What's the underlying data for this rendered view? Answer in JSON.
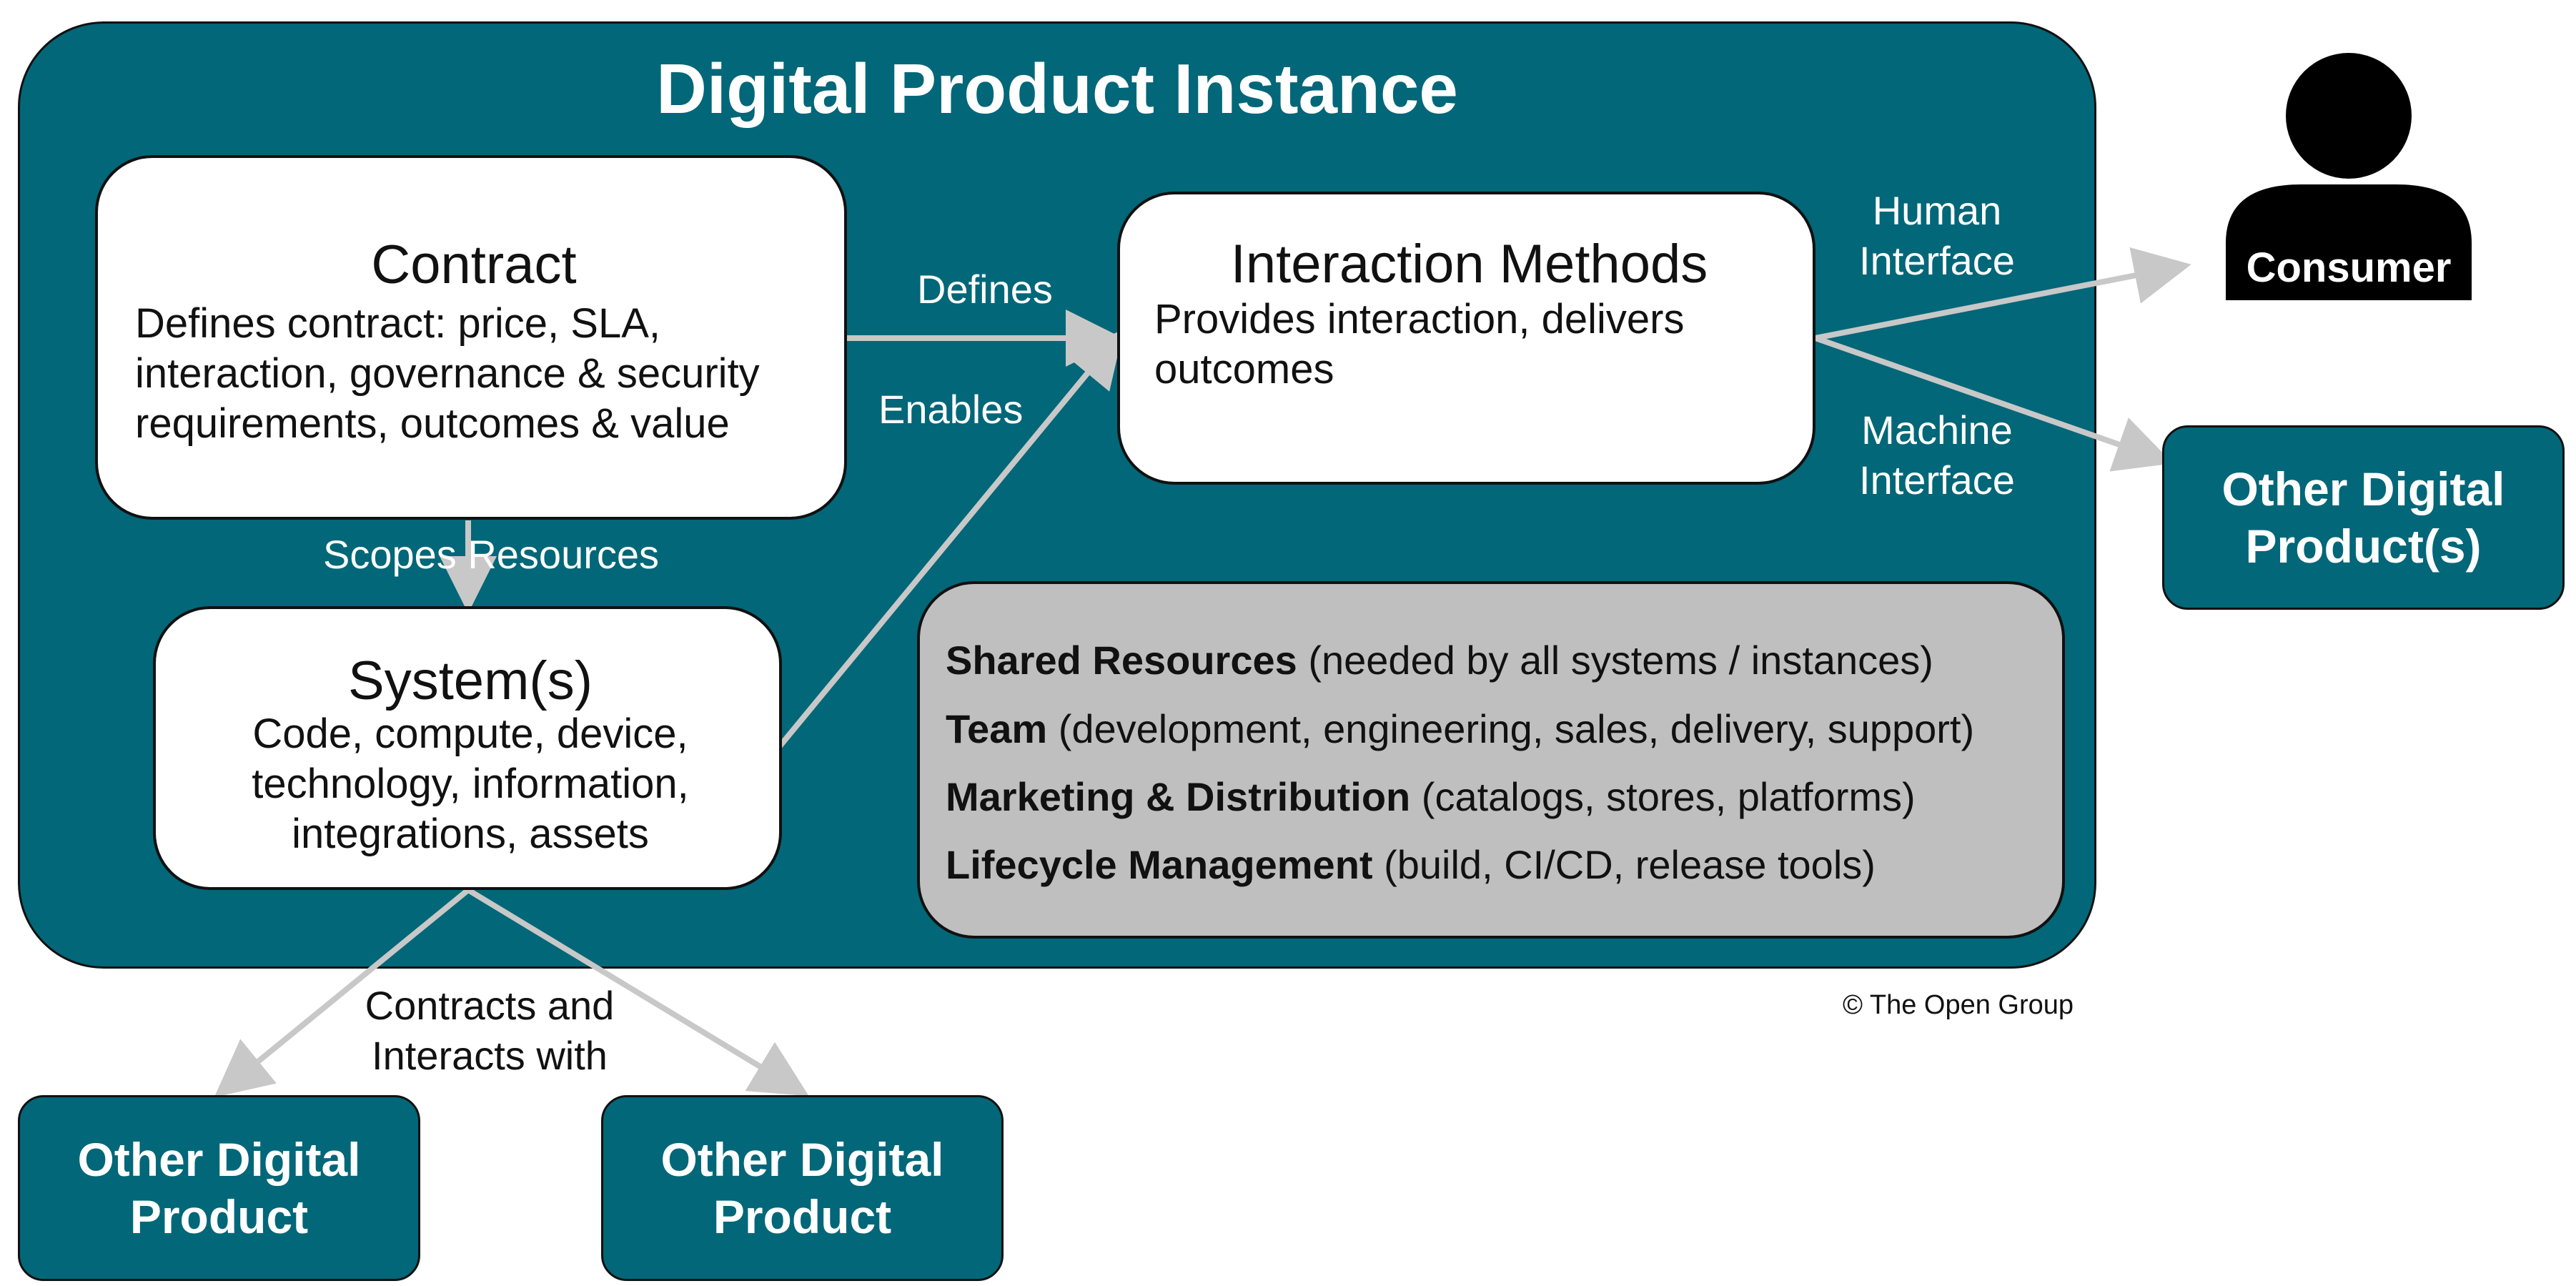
{
  "title": "Digital Product Instance",
  "contract": {
    "title": "Contract",
    "body": [
      "Defines contract: price, SLA,",
      "interaction, governance & security",
      "requirements, outcomes & value"
    ]
  },
  "interaction": {
    "title": "Interaction Methods",
    "body": [
      "Provides interaction, delivers",
      "outcomes"
    ]
  },
  "systems": {
    "title": "System(s)",
    "body": [
      "Code, compute, device,",
      "technology, information,",
      "integrations, assets"
    ]
  },
  "edges": {
    "defines": "Defines",
    "enables": "Enables",
    "scopes": "Scopes Resources",
    "human": [
      "Human",
      "Interface"
    ],
    "machine": [
      "Machine",
      "Interface"
    ],
    "contracts": [
      "Contracts and",
      "Interacts with"
    ]
  },
  "shared": [
    {
      "bold": "Shared Resources",
      "rest": " (needed by all systems / instances)"
    },
    {
      "bold": "Team",
      "rest": " (development, engineering, sales, delivery, support)"
    },
    {
      "bold": "Marketing & Distribution",
      "rest": " (catalogs, stores, platforms)"
    },
    {
      "bold": "Lifecycle Management",
      "rest": " (build, CI/CD, release tools)"
    }
  ],
  "consumer": {
    "label": "Consumer"
  },
  "external": {
    "right": [
      "Other Digital",
      "Product(s)"
    ],
    "bottom_left": [
      "Other Digital",
      "Product"
    ],
    "bottom_mid": [
      "Other Digital",
      "Product"
    ]
  },
  "copyright": "© The Open Group",
  "colors": {
    "teal": "#026778",
    "shared_gray": "#bfbfbf",
    "arrow": "#c8c8c8"
  }
}
